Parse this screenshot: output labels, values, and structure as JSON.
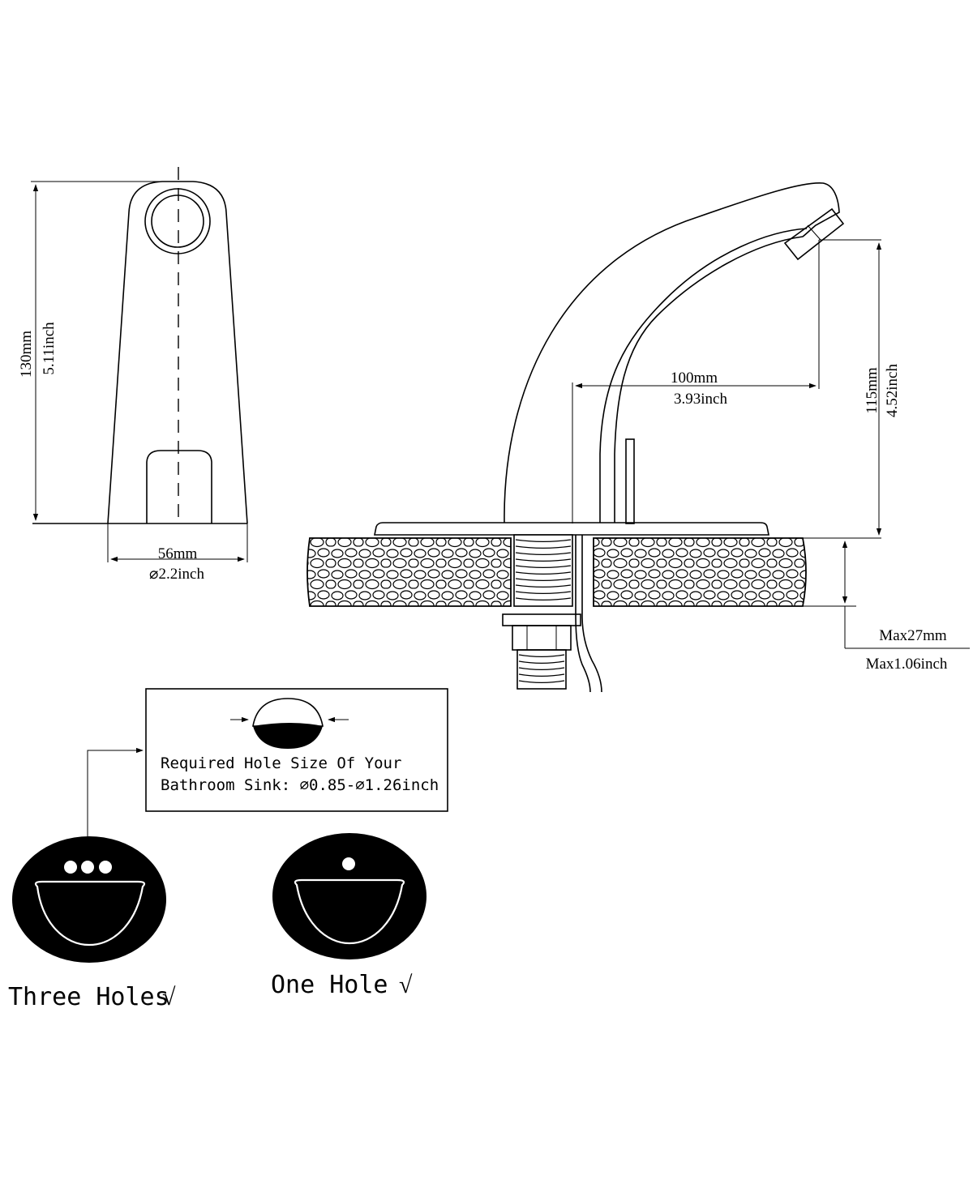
{
  "front_view": {
    "height_mm": "130mm",
    "height_inch": "5.11inch",
    "width_mm": "56mm",
    "width_inch": "⌀2.2inch"
  },
  "side_view": {
    "reach_mm": "100mm",
    "reach_inch": "3.93inch",
    "spout_height_mm": "115mm",
    "spout_height_inch": "4.52inch",
    "deck_thickness_mm": "Max27mm",
    "deck_thickness_inch": "Max1.06inch"
  },
  "hole_note": {
    "line1": "Required Hole Size Of Your",
    "line2": "Bathroom Sink: ⌀0.85-⌀1.26inch"
  },
  "sinks": [
    {
      "label": "Three Holes",
      "check": "√"
    },
    {
      "label": "One Hole",
      "check": "√"
    }
  ],
  "colors": {
    "ink": "#000000",
    "paper": "#ffffff"
  }
}
